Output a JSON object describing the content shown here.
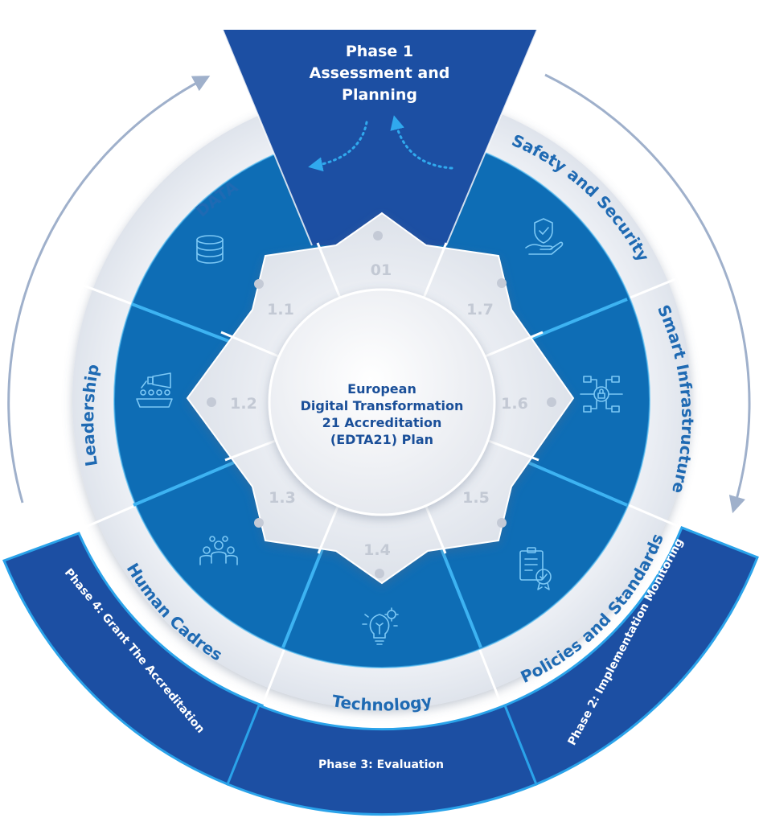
{
  "center": {
    "lines": [
      "European",
      "Digital Transformation",
      "21 Accreditation",
      "(EDTA21) Plan"
    ]
  },
  "phases": {
    "phase1": {
      "line1": "Phase 1",
      "line2": "Assessment and",
      "line3": "Planning"
    },
    "phase2": "Phase 2: Implementation Monitoring",
    "phase3": "Phase 3: Evaluation",
    "phase4": "Phase 4: Grant The Accreditation"
  },
  "pillars": {
    "data": "DATA",
    "safety": "Safety and Security",
    "infrastructure": "Smart Infrastructure",
    "policies": "Policies and Standards",
    "technology": "Technology",
    "human": "Human Cadres",
    "leadership": "Leadership"
  },
  "steps": {
    "s01": "01",
    "s11": "1.1",
    "s12": "1.2",
    "s13": "1.3",
    "s14": "1.4",
    "s15": "1.5",
    "s16": "1.6",
    "s17": "1.7"
  },
  "icons": {
    "data": "database-icon",
    "safety": "shield-hand-icon",
    "infrastructure": "network-lock-icon",
    "policies": "certificate-clipboard-icon",
    "technology": "lightbulb-gear-icon",
    "human": "team-people-icon",
    "leadership": "leadership-megaphone-icon"
  },
  "colors": {
    "dark_blue": "#1c4fa3",
    "mid_blue": "#0e6db5",
    "light_blue": "#2b9ee6",
    "ring_gray": "#e4e8ef",
    "text_blue": "#1a4f99"
  }
}
